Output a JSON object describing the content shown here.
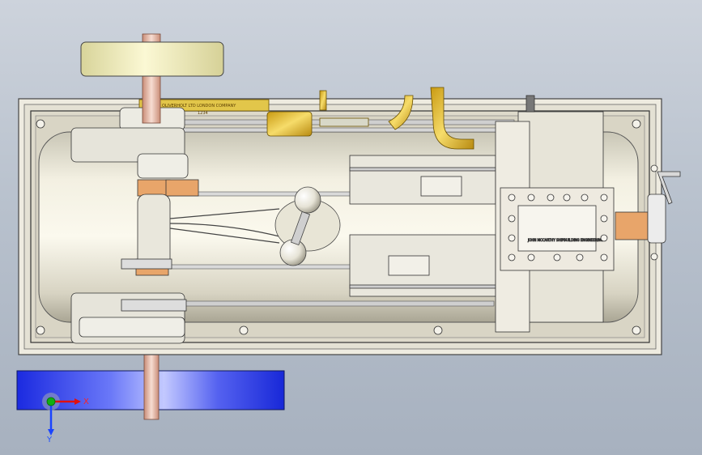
{
  "viewport": {
    "background_top": "#cdd3dc",
    "background_bottom": "#a7b1bf"
  },
  "model": {
    "plate_text": "OLIVERHOLT LTD LONDON COMPANY",
    "plate_number": "1234",
    "nameplate_text": "JOHN MCCARTHY SHIPBUILDING ENGINEERING"
  },
  "colors": {
    "frame": "#e9e6dc",
    "tank": "#ece8d8",
    "brass": "#e8c43a",
    "flywheel": "#f5f2c6",
    "copper": "#e8a56a",
    "steel": "#cfcfcf",
    "floor_plane": "#2b3cf0"
  },
  "triad": {
    "x_label": "X",
    "y_label": "Y",
    "x_color": "#e01010",
    "y_color": "#1a44ff",
    "z_color": "#10b010"
  },
  "icons": {
    "triad": "coordinate-triad-icon",
    "bolt": "bolt-icon"
  }
}
